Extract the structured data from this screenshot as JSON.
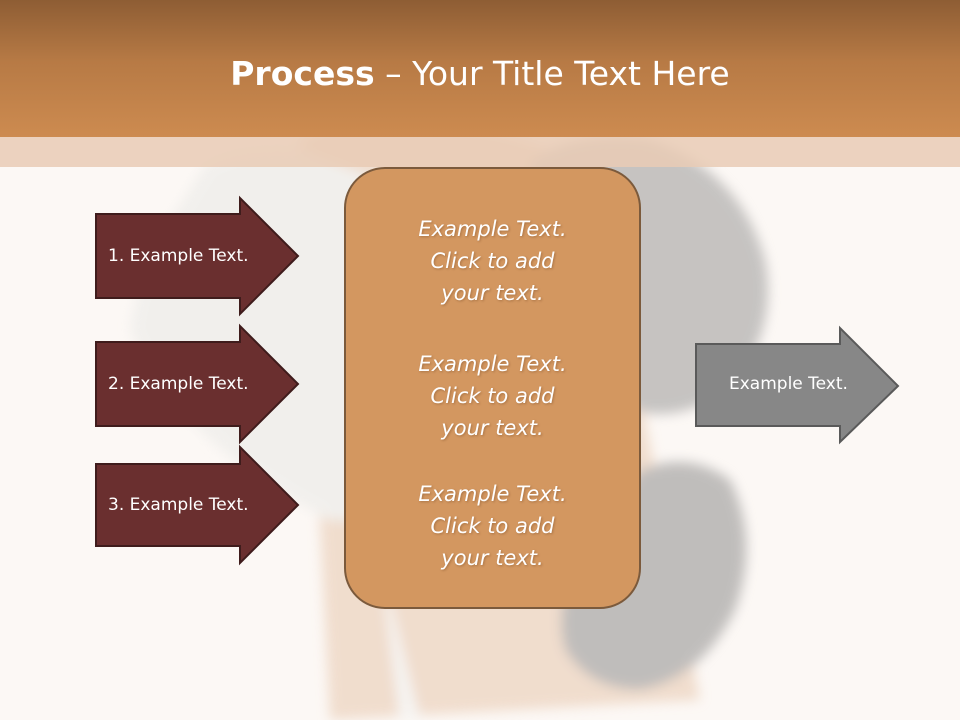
{
  "title": {
    "bold": "Process",
    "rest": " – Your Title Text Here"
  },
  "left_arrows": [
    {
      "label": "1. Example Text."
    },
    {
      "label": "2. Example Text."
    },
    {
      "label": "3. Example Text."
    }
  ],
  "center_box": {
    "blocks": [
      "Example Text.\nClick  to add\nyour text.",
      "Example Text.\nClick  to add\nyour text.",
      "Example Text.\nClick  to add\nyour text."
    ]
  },
  "right_arrow": {
    "label": "Example Text."
  },
  "colors": {
    "title_bar": "#c4854b",
    "left_arrow_fill": "#6a2f2f",
    "center_box_fill": "#d39760",
    "right_arrow_fill": "#878787"
  },
  "icons": {
    "background": "boxer-photo"
  }
}
